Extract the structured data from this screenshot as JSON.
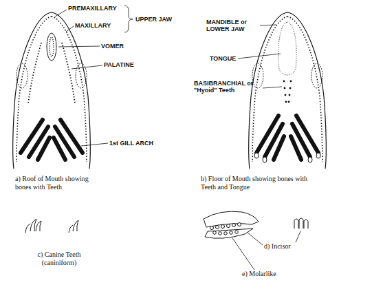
{
  "diagram": {
    "labels": [
      "PREMAXILLARY",
      "UPPER JAW",
      "MAXILLARY",
      "VOMER",
      "PALATINE",
      "1st GILL ARCH",
      "a) Roof of Mouth showing bones with Teeth",
      "MANDIBLE or LOWER JAW",
      "TONGUE",
      "BASIBRANCHIAL or \"Hyoid\" Teeth",
      "b) Floor of Mouth showing bones with Teeth and Tongue",
      "c) Canine Teeth (caniniform)",
      "d) Incisor",
      "e) Molarlike"
    ]
  }
}
